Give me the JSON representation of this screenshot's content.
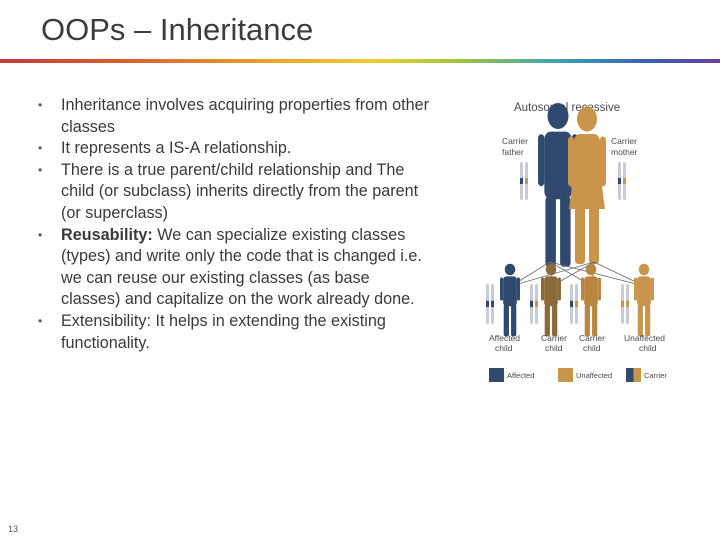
{
  "slide": {
    "title": "OOPs – Inheritance",
    "page_number": "13"
  },
  "bullets": [
    {
      "bold": "",
      "text": "Inheritance involves acquiring properties from other classes"
    },
    {
      "bold": "",
      "text": "It represents a IS-A relationship."
    },
    {
      "bold": "",
      "text": "There is a true parent/child relationship and The child (or subclass) inherits directly from the parent (or superclass)"
    },
    {
      "bold": "Reusability:",
      "text": " We can specialize existing classes (types) and write only the code that is changed i.e. we can reuse our existing classes (as base classes) and capitalize on the work already done."
    },
    {
      "bold": "",
      "text": "Extensibility: It helps in extending the existing functionality."
    }
  ],
  "figure": {
    "title": "Autosomal recessive",
    "father_label": [
      "Carrier",
      "father"
    ],
    "mother_label": [
      "Carrier",
      "mother"
    ],
    "children": [
      {
        "label": [
          "Affected",
          "child"
        ],
        "status": "affected"
      },
      {
        "label": [
          "Carrier",
          "child"
        ],
        "status": "carrier"
      },
      {
        "label": [
          "Carrier",
          "child"
        ],
        "status": "carrier"
      },
      {
        "label": [
          "Unaffected",
          "child"
        ],
        "status": "unaffected"
      }
    ],
    "legend": {
      "affected": "Affected",
      "unaffected": "Unaffected",
      "carrier": "Carrier"
    },
    "colors": {
      "affected": "#2f4a6e",
      "unaffected": "#c9954a",
      "carrier_dark": "#2f4a6e",
      "carrier_light": "#c9954a",
      "line": "#6e6e6e"
    }
  }
}
